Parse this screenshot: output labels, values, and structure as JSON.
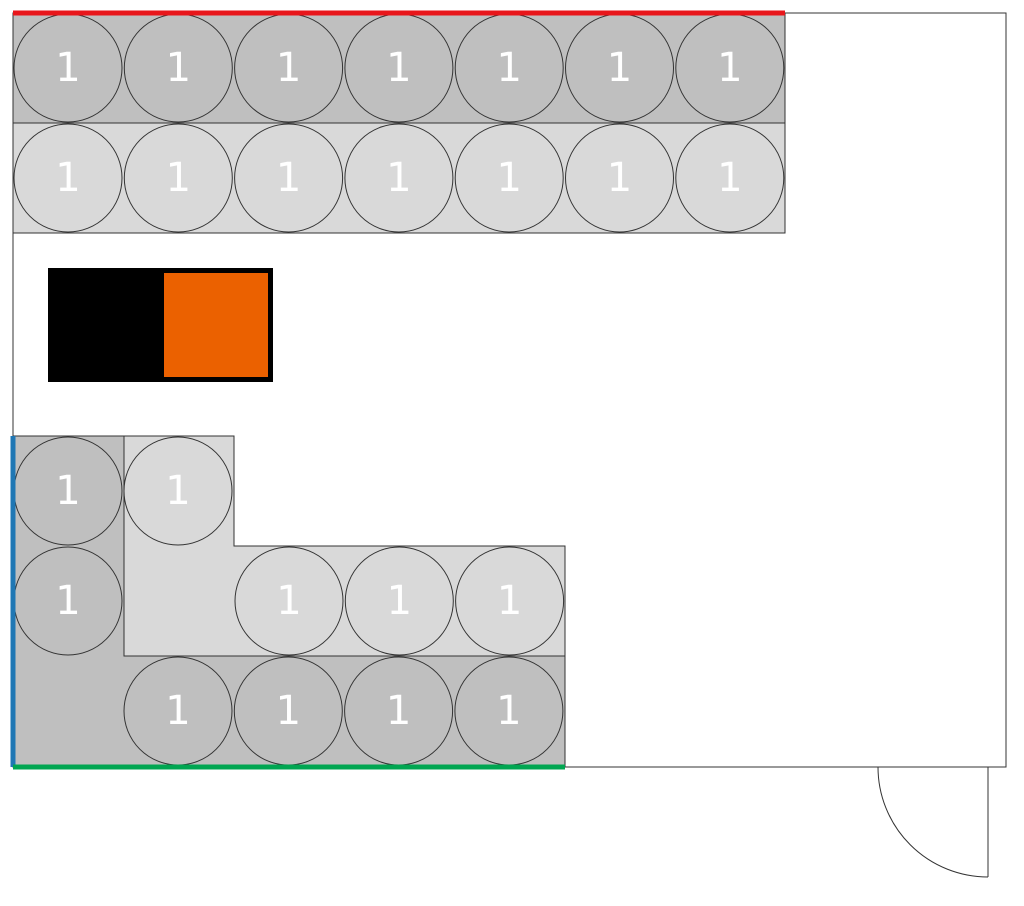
{
  "colors": {
    "dark_zone": "#bfbfbf",
    "light_zone": "#d9d9d9",
    "outline": "#333333",
    "wall_top": "#e8161b",
    "wall_left": "#1f77b4",
    "wall_bottom": "#00a651",
    "desk_black": "#000000",
    "desk_orange": "#eb6100",
    "label_text": "#ffffff"
  },
  "seat_label": "1",
  "zones": {
    "top_row_1": {
      "shade": "dark",
      "seats": [
        "1",
        "1",
        "1",
        "1",
        "1",
        "1",
        "1"
      ]
    },
    "top_row_2": {
      "shade": "light",
      "seats": [
        "1",
        "1",
        "1",
        "1",
        "1",
        "1",
        "1"
      ]
    },
    "bottom_left_column": {
      "shade": "dark",
      "seats": [
        "1",
        "1"
      ]
    },
    "bottom_inner_top": {
      "shade": "light",
      "seats": [
        "1"
      ]
    },
    "bottom_middle_row": {
      "shade": "light",
      "seats": [
        "1",
        "1",
        "1"
      ]
    },
    "bottom_bottom_row": {
      "shade": "dark",
      "seats": [
        "1",
        "1",
        "1",
        "1"
      ]
    }
  }
}
